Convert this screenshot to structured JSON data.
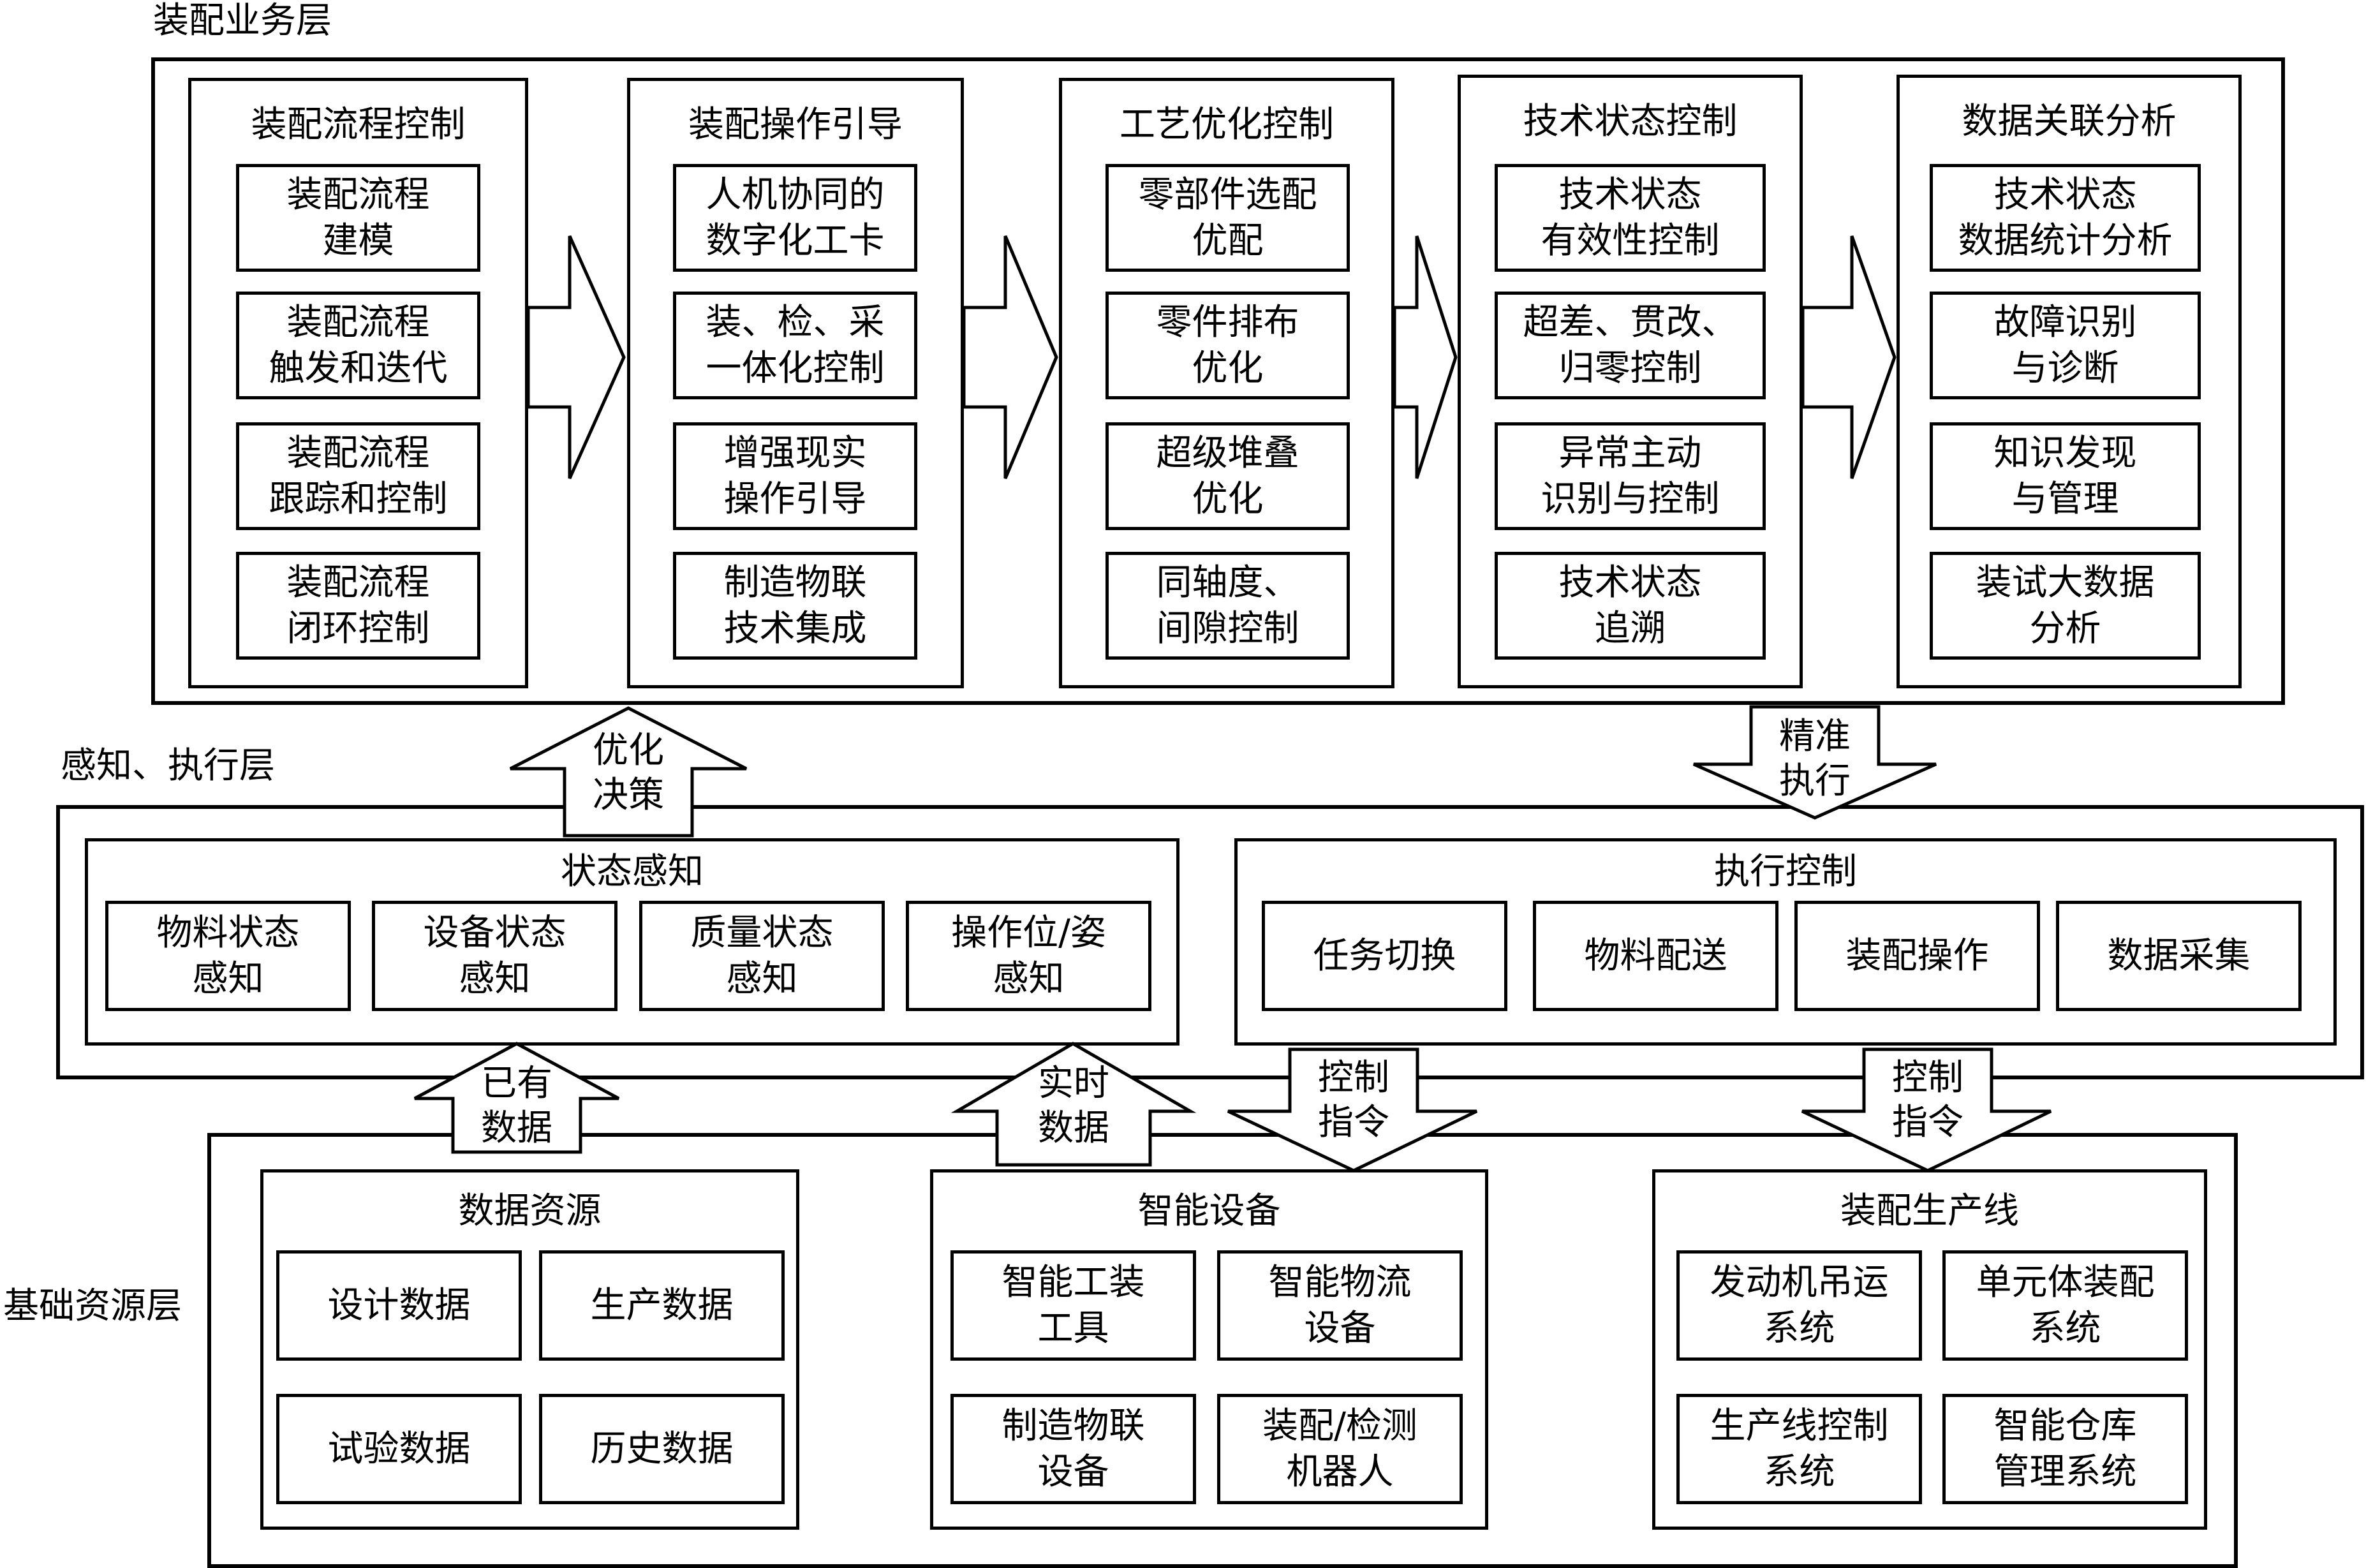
{
  "layers": {
    "business": "装配业务层",
    "sensing": "感知、执行层",
    "resource": "基础资源层"
  },
  "business": {
    "columns": [
      {
        "title": "装配流程控制",
        "items": [
          "装配流程\n建模",
          "装配流程\n触发和迭代",
          "装配流程\n跟踪和控制",
          "装配流程\n闭环控制"
        ]
      },
      {
        "title": "装配操作引导",
        "items": [
          "人机协同的\n数字化工卡",
          "装、检、采\n一体化控制",
          "增强现实\n操作引导",
          "制造物联\n技术集成"
        ]
      },
      {
        "title": "工艺优化控制",
        "items": [
          "零部件选配\n优配",
          "零件排布\n优化",
          "超级堆叠\n优化",
          "同轴度、\n间隙控制"
        ]
      },
      {
        "title": "技术状态控制",
        "items": [
          "技术状态\n有效性控制",
          "超差、贯改、\n归零控制",
          "异常主动\n识别与控制",
          "技术状态\n追溯"
        ]
      },
      {
        "title": "数据关联分析",
        "items": [
          "技术状态\n数据统计分析",
          "故障识别\n与诊断",
          "知识发现\n与管理",
          "装试大数据\n分析"
        ]
      }
    ]
  },
  "sensing": {
    "perception": {
      "title": "状态感知",
      "items": [
        "物料状态\n感知",
        "设备状态\n感知",
        "质量状态\n感知",
        "操作位/姿\n感知"
      ]
    },
    "execution": {
      "title": "执行控制",
      "items": [
        "任务切换",
        "物料配送",
        "装配操作",
        "数据采集"
      ]
    }
  },
  "resource": {
    "data": {
      "title": "数据资源",
      "items": [
        "设计数据",
        "生产数据",
        "试验数据",
        "历史数据"
      ]
    },
    "devices": {
      "title": "智能设备",
      "items": [
        "智能工装\n工具",
        "智能物流\n设备",
        "制造物联\n设备",
        "装配/检测\n机器人"
      ]
    },
    "line": {
      "title": "装配生产线",
      "items": [
        "发动机吊运\n系统",
        "单元体装配\n系统",
        "生产线控制\n系统",
        "智能仓库\n管理系统"
      ]
    }
  },
  "arrows": {
    "optimize": "优化\n决策",
    "precise": "精准\n执行",
    "existing": "已有\n数据",
    "realtime": "实时\n数据",
    "control1": "控制\n指令",
    "control2": "控制\n指令"
  }
}
